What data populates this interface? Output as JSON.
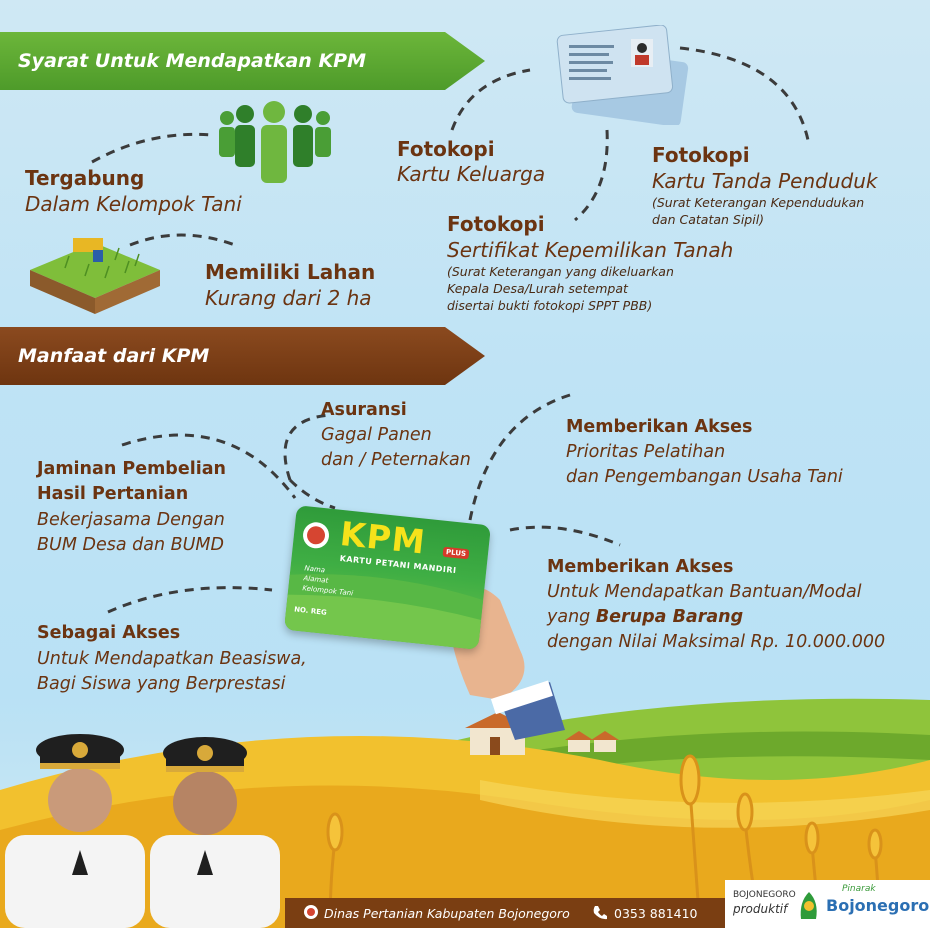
{
  "sections": {
    "requirements_title": "Syarat Untuk Mendapatkan KPM",
    "benefits_title": "Manfaat dari KPM"
  },
  "requirements": {
    "kelompok": {
      "title": "Tergabung",
      "subtitle": "Dalam Kelompok Tani"
    },
    "lahan": {
      "title": "Memiliki Lahan",
      "subtitle": "Kurang dari 2 ha"
    },
    "kk": {
      "title": "Fotokopi",
      "subtitle": "Kartu Keluarga"
    },
    "ktp": {
      "title": "Fotokopi",
      "subtitle": "Kartu Tanda Penduduk",
      "note_1": "(Surat Keterangan Kependudukan",
      "note_2": "dan Catatan Sipil)"
    },
    "sertifikat": {
      "title": "Fotokopi",
      "subtitle": "Sertifikat Kepemilikan Tanah",
      "note_1": "(Surat Keterangan yang dikeluarkan",
      "note_2": "Kepala Desa/Lurah setempat",
      "note_3": "disertai bukti fotokopi SPPT PBB)"
    }
  },
  "benefits": {
    "asuransi": {
      "title": "Asuransi",
      "line_1": "Gagal Panen",
      "line_2": "dan / Peternakan"
    },
    "pelatihan": {
      "title": "Memberikan Akses",
      "line_1": "Prioritas Pelatihan",
      "line_2": "dan Pengembangan Usaha Tani"
    },
    "jaminan": {
      "title_1": "Jaminan Pembelian",
      "title_2": "Hasil Pertanian",
      "line_1": "Bekerjasama Dengan",
      "line_2": "BUM Desa dan BUMD"
    },
    "bantuan": {
      "title": "Memberikan Akses",
      "line_1": "Untuk Mendapatkan Bantuan/Modal",
      "line_2_pre": "yang ",
      "line_2_bold": "Berupa Barang",
      "line_3": "dengan Nilai Maksimal Rp. 10.000.000"
    },
    "beasiswa": {
      "title": "Sebagai Akses",
      "line_1": "Untuk Mendapatkan Beasiswa,",
      "line_2": "Bagi Siswa yang Berprestasi"
    }
  },
  "card": {
    "brand": "KPM",
    "badge": "PLUS",
    "subtitle": "KARTU PETANI MANDIRI",
    "field_nama": "Nama",
    "field_alamat": "Alamat",
    "field_kelompok": "Kelompok Tani",
    "field_noreg": "NO. REG"
  },
  "footer": {
    "agency": "Dinas Pertanian Kabupaten Bojonegoro",
    "phone": "0353 881410",
    "logo_1_top": "BOJONEGORO",
    "logo_1_bottom": "produktif",
    "logo_2_top": "Pinarak",
    "logo_2_bottom": "Bojonegoro"
  },
  "colors": {
    "green_banner": "#5aa631",
    "brown_banner": "#7a3e12",
    "text_brown": "#6b3411",
    "card_green": "#2f9b3a",
    "card_yellow": "#f6e21b"
  }
}
